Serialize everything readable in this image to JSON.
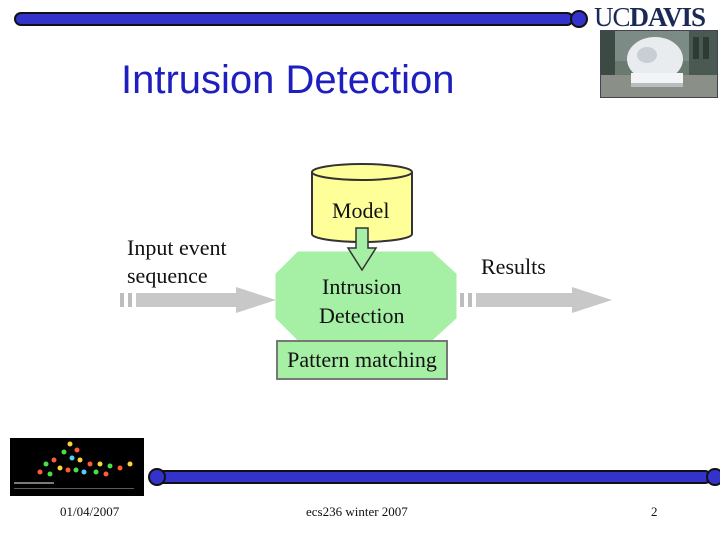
{
  "header": {
    "brand": {
      "prefix": "UC",
      "suffix": "DAVIS"
    }
  },
  "slide": {
    "title": "Intrusion Detection"
  },
  "diagram": {
    "model_label": "Model",
    "input_label_line1": "Input event",
    "input_label_line2": "sequence",
    "detector_label_line1": "Intrusion",
    "detector_label_line2": "Detection",
    "results_label": "Results",
    "pattern_label": "Pattern matching"
  },
  "footer": {
    "date": "01/04/2007",
    "course": "ecs236 winter 2007",
    "page_number": "2"
  },
  "colors": {
    "accent_blue": "#3333cc",
    "title_blue": "#1f1fbf",
    "model_fill": "#ffff99",
    "detector_fill": "#a6f0a6",
    "arrow_gray": "#c8c8c8"
  }
}
